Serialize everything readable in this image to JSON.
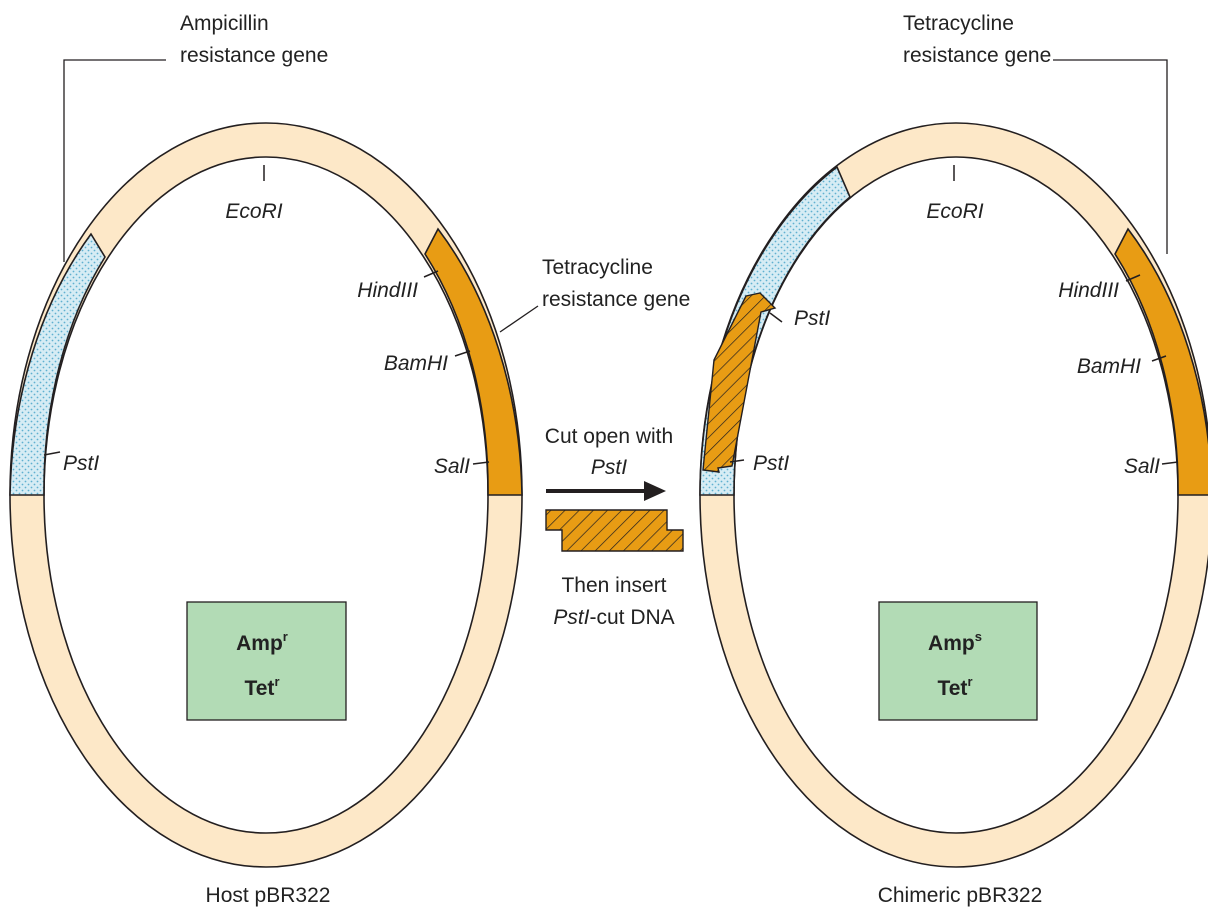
{
  "colors": {
    "ring": "#fde8c8",
    "ampicillin_gene": "#d6ecf4",
    "ampicillin_dots": "#5fb0d0",
    "tetracycline_gene": "#e89c14",
    "insert": "#e89c14",
    "phenotype_box": "#b2dbb5",
    "outline": "#231f20"
  },
  "left": {
    "ampicillin_label_line1": "Ampicillin",
    "ampicillin_label_line2": "resistance gene",
    "tetracycline_label_line1": "Tetracycline",
    "tetracycline_label_line2": "resistance gene",
    "site_ecori": "EcoRI",
    "site_hindiii": "HindIII",
    "site_bamhi": "BamHI",
    "site_sali": "SalI",
    "site_psti": "PstI",
    "phenotype_amp": "Amp",
    "phenotype_amp_sup": "r",
    "phenotype_tet": "Tet",
    "phenotype_tet_sup": "r",
    "caption": "Host pBR322"
  },
  "middle": {
    "cut_line1": "Cut open with",
    "cut_line2": "PstI",
    "then_line1": "Then insert",
    "then_line2_italic": "PstI",
    "then_line2_rest": "-cut DNA"
  },
  "right": {
    "tetracycline_label_line1": "Tetracycline",
    "tetracycline_label_line2": "resistance gene",
    "site_ecori": "EcoRI",
    "site_hindiii": "HindIII",
    "site_bamhi": "BamHI",
    "site_sali": "SalI",
    "site_psti_upper": "PstI",
    "site_psti_lower": "PstI",
    "phenotype_amp": "Amp",
    "phenotype_amp_sup": "s",
    "phenotype_tet": "Tet",
    "phenotype_tet_sup": "r",
    "caption": "Chimeric pBR322"
  }
}
